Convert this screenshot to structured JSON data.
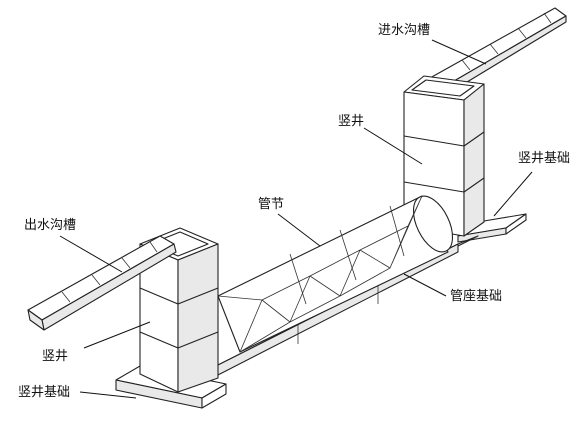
{
  "labels": {
    "inlet_trench": "进水沟槽",
    "shaft_right": "竖井",
    "shaft_base_right": "竖井基础",
    "pipe_section": "管节",
    "outlet_trench": "出水沟槽",
    "pipe_base": "管座基础",
    "shaft_left": "竖井",
    "shaft_base_left": "竖井基础"
  }
}
